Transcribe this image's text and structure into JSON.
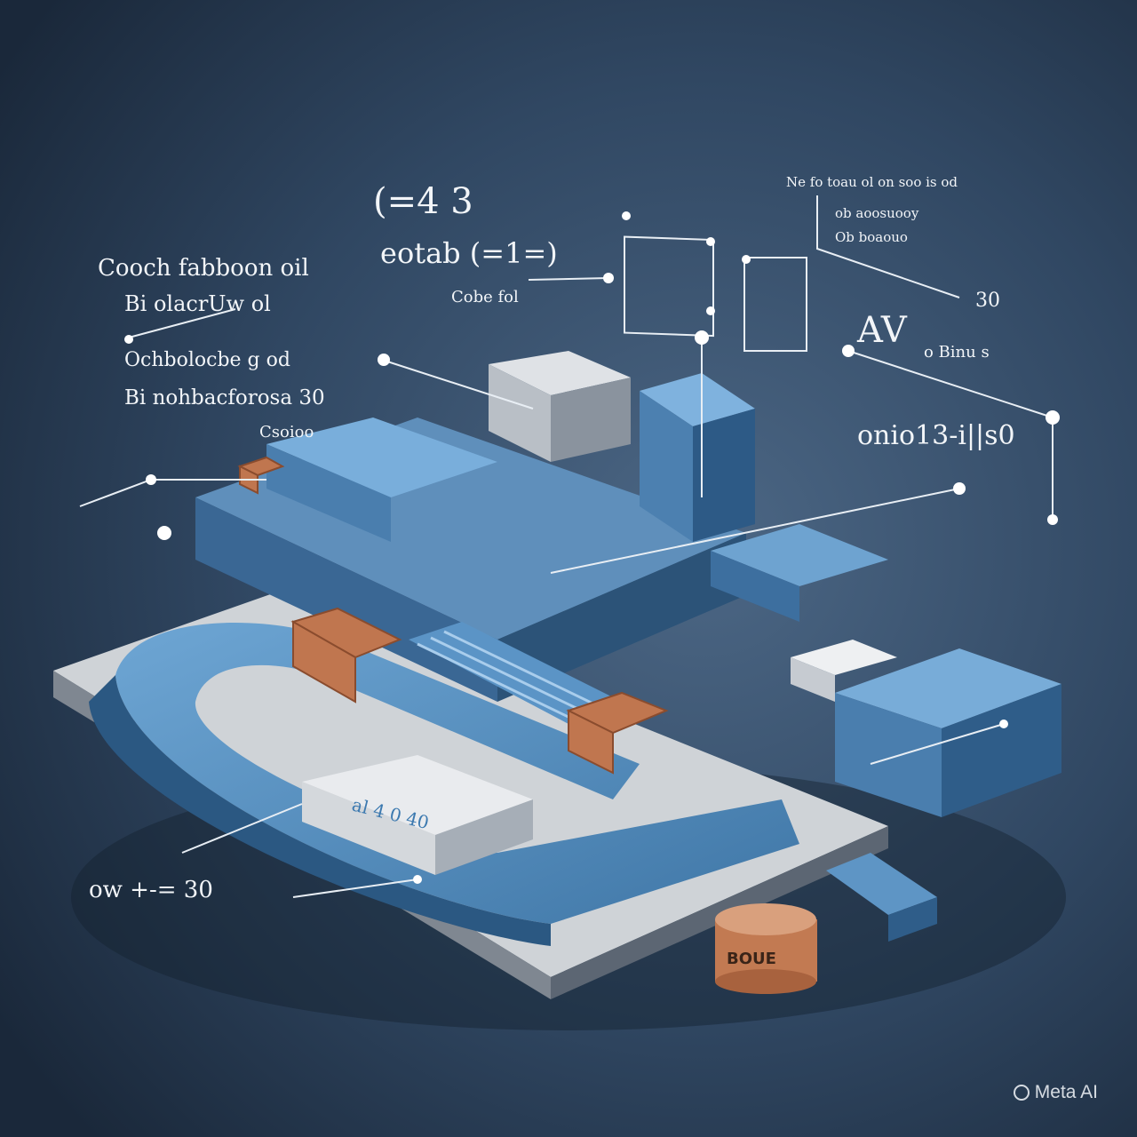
{
  "annotations": {
    "formula_top": "(=4 3",
    "formula_mid": "eotab (=1=)",
    "label_left_1": "Cooch fabboon oil",
    "label_left_2": "Bi olacrUw ol",
    "label_left_3": "Ochbolocbe g od",
    "label_left_4": "Bi nohbacforosa 30",
    "label_left_5": "Csoioo",
    "label_center": "Cobe fol",
    "label_top_right_1": "Ne fo toau ol on soo is od",
    "label_top_right_2": "ob aoosuooy",
    "label_top_right_3": "Ob boaouo",
    "label_30": "30",
    "label_av": "AV",
    "label_av_sub": "o Binu s",
    "label_equation": "onio13-i||s0",
    "label_bottom_left": "ow +-= 30",
    "label_slab": "al 4 0 40",
    "label_cylinder": "BOUE"
  },
  "watermark": "Meta AI",
  "colors": {
    "background_dark": "#1b2a3d",
    "background_light": "#4a6583",
    "blue": "#3f76a6",
    "blue_light": "#6aa2d0",
    "grey": "#c9ccd0",
    "copper": "#c0764f"
  }
}
